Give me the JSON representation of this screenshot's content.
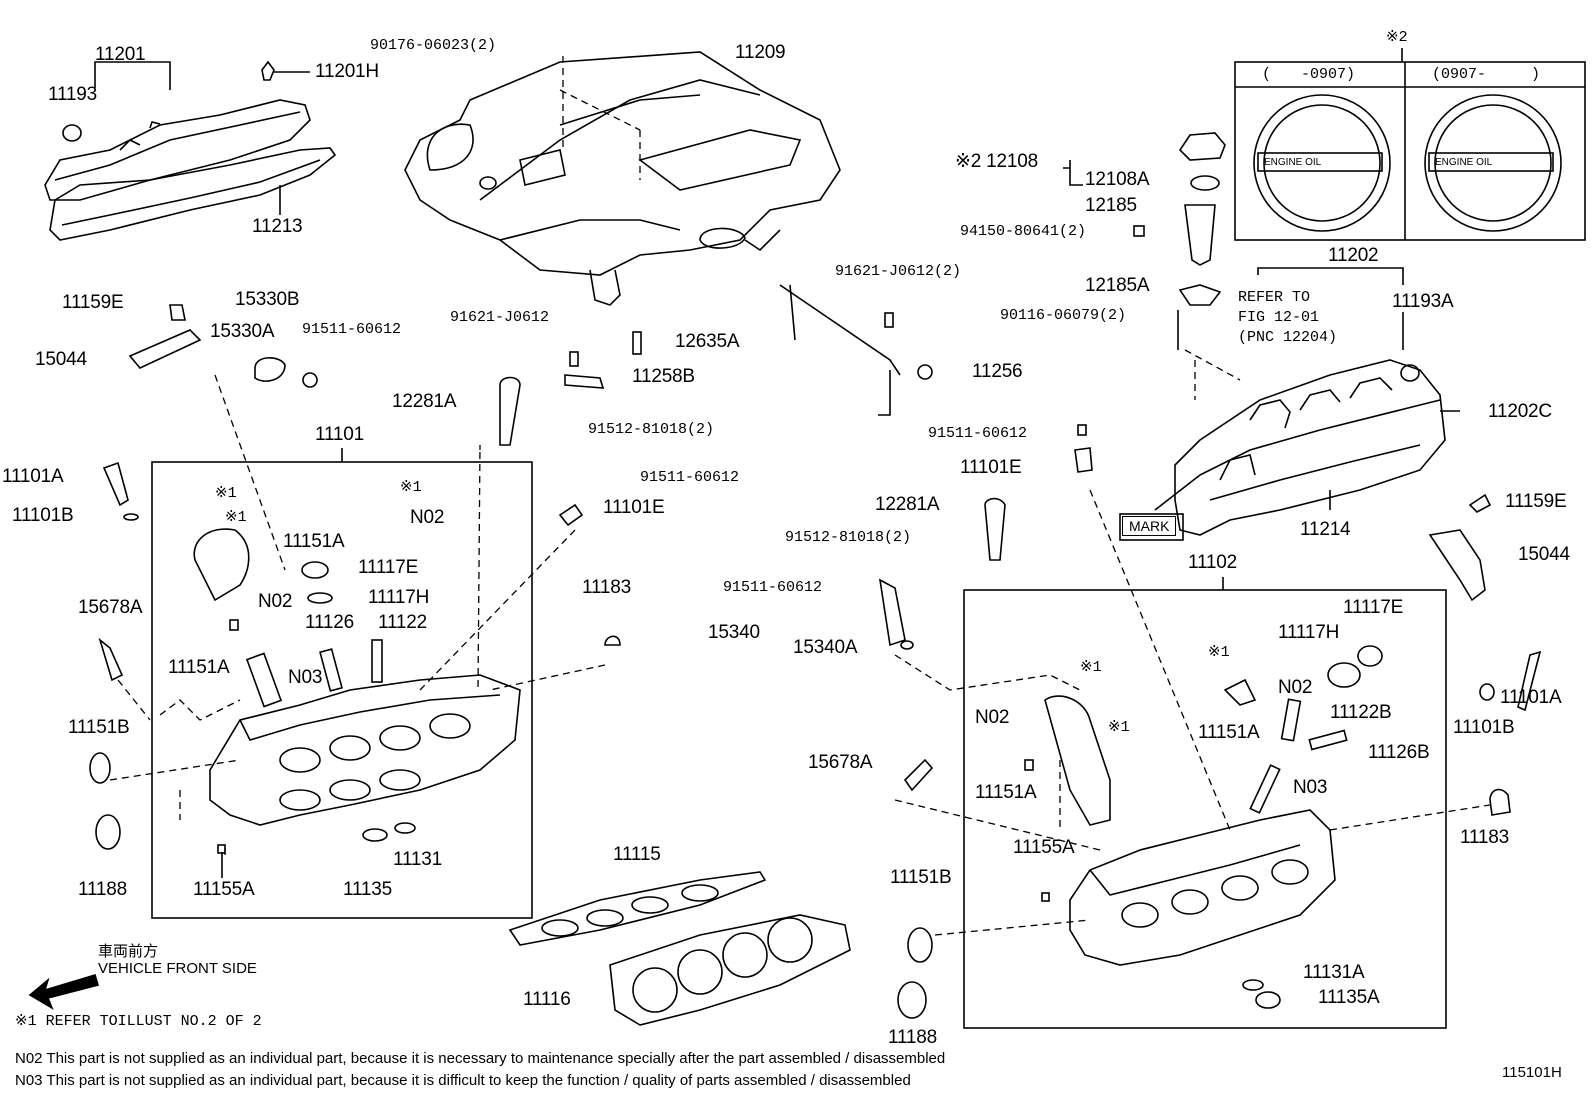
{
  "labels": {
    "p11201": "11201",
    "p11193": "11193",
    "p11201H": "11201H",
    "p11213": "11213",
    "p90176": "90176-06023(2)",
    "p11209": "11209",
    "p_ref2_top": "※2",
    "cap_left_header": "(　　-0907)",
    "cap_right_header": "(0907-　　　)",
    "engine_oil": "ENGINE OIL",
    "p12108": "※2 12108",
    "p12108A": "12108A",
    "p12185": "12185",
    "p94150": "94150-80641(2)",
    "p12185A": "12185A",
    "p90116": "90116-06079(2)",
    "p11202": "11202",
    "refer_to": "REFER TO",
    "fig": "FIG 12-01",
    "pnc": "(PNC 12204)",
    "p11193A": "11193A",
    "p11202C": "11202C",
    "p11214": "11214",
    "mark": "MARK",
    "p11159E_l": "11159E",
    "p15330B": "15330B",
    "p15330A": "15330A",
    "p91511_a": "91511-60612",
    "p15044_l": "15044",
    "p91621_a": "91621-J0612",
    "p91621_b": "91621-J0612(2)",
    "p12635A": "12635A",
    "p11258B": "11258B",
    "p11256": "11256",
    "p12281A_l": "12281A",
    "p91512_a": "91512-81018(2)",
    "p11101": "11101",
    "p11101A_l": "11101A",
    "p11101B_l": "11101B",
    "ref1_a": "※1",
    "ref1_b": "※1",
    "ref1_c": "※1",
    "n02_a": "N02",
    "p11151A_a": "11151A",
    "p11117E_l": "11117E",
    "n02_b": "N02",
    "p11117H_l": "11117H",
    "p11126": "11126",
    "p11122": "11122",
    "p11151A_b": "11151A",
    "n03_a": "N03",
    "p15678A_l": "15678A",
    "p11151B_l": "11151B",
    "p11188_l": "11188",
    "p11155A_l": "11155A",
    "p11135": "11135",
    "p11131": "11131",
    "p91511_b": "91511-60612",
    "p11101E_l": "11101E",
    "p11183_l": "11183",
    "p11115": "11115",
    "p11116": "11116",
    "p91511_c": "91511-60612",
    "p11101E_r": "11101E",
    "p12281A_r": "12281A",
    "p91512_b": "91512-81018(2)",
    "p91511_d": "91511-60612",
    "p15340": "15340",
    "p15340A": "15340A",
    "p11102": "11102",
    "p11159E_r": "11159E",
    "p15044_r": "15044",
    "p11117E_r": "11117E",
    "p11117H_r": "11117H",
    "ref1_d": "※1",
    "ref1_e": "※1",
    "ref1_f": "※1",
    "n02_c": "N02",
    "n02_d": "N02",
    "p11151A_c": "11151A",
    "p11122B": "11122B",
    "p11101A_r": "11101A",
    "p11101B_r": "11101B",
    "p11126B": "11126B",
    "p11151A_d": "11151A",
    "n03_b": "N03",
    "p15678A_r": "15678A",
    "p11183_r": "11183",
    "p11155A_r": "11155A",
    "p11151B_r": "11151B",
    "p11188_r": "11188",
    "p11131A": "11131A",
    "p11135A": "11135A"
  },
  "notes": {
    "front_jp": "車両前方",
    "front_en": "VEHICLE FRONT SIDE",
    "refer_note": "※1 REFER TOILLUST NO.2 OF 2",
    "n02_note": "N02  This part is not supplied as an individual part, because it is necessary to maintenance specially after the part assembled / disassembled",
    "n03_note": "N03  This part is not supplied as an individual part, because it is difficult to keep the function / quality of parts  assembled / disassembled",
    "illust_no": "115101H"
  },
  "icons": [
    "engine-cover-icon",
    "cylinder-head-icon",
    "head-cover-icon",
    "gasket-icon",
    "oil-cap-icon",
    "bolt-icon",
    "vehicle-front-arrow-icon"
  ]
}
